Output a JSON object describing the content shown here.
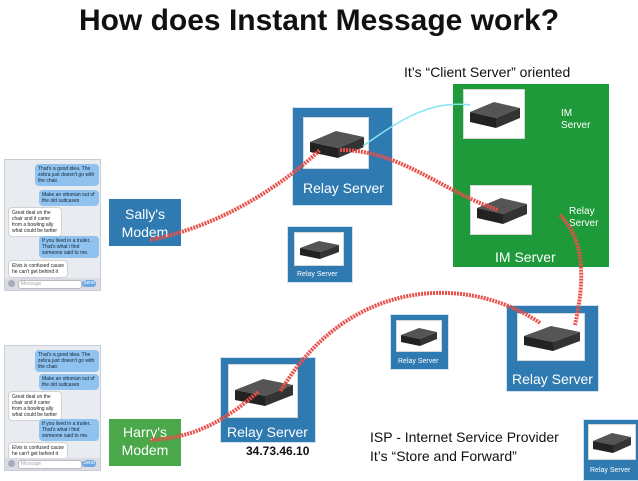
{
  "title": "How does Instant Message work?",
  "subtitle": "It’s “Client Server” oriented",
  "im_cluster": {
    "label": "IM Server",
    "im_server_label_line1": "IM",
    "im_server_label_line2": "Server",
    "relay_label_line1": "Relay",
    "relay_label_line2": "Server"
  },
  "relay_servers": {
    "top": "Relay Server",
    "small_center": "Relay Server",
    "small_lower": "Relay Server",
    "right": "Relay Server",
    "bottom": "Relay Server",
    "corner": "Relay Server"
  },
  "modems": {
    "sally_line1": "Sally's",
    "sally_line2": "Modem",
    "harry_line1": "Harry's",
    "harry_line2": "Modem"
  },
  "ip_address": "34.73.46.10",
  "isp_note": {
    "line1": "ISP - Internet Service Provider",
    "line2": "It’s “Store and Forward”"
  },
  "chat": {
    "msg1": "That's a good idea. The zebra just doesn't go with the chair.",
    "msg2": "Make an ottoman out of the old suitcases",
    "msg3": "Great deal on the chair and it came from a bowling ally what could be better",
    "msg4": "If you lived in a trailer.. That's what i find someone said to me.",
    "msg5": "Elvis is confused cause he can't get behind it",
    "placeholder": "Message",
    "send": "Send"
  },
  "colors": {
    "im_green": "#1f9a3a",
    "relay_blue": "#2f7ab0",
    "modem_green": "#4aa84a",
    "link_red": "#e8504a",
    "link_cyan": "#7fe6f0"
  }
}
